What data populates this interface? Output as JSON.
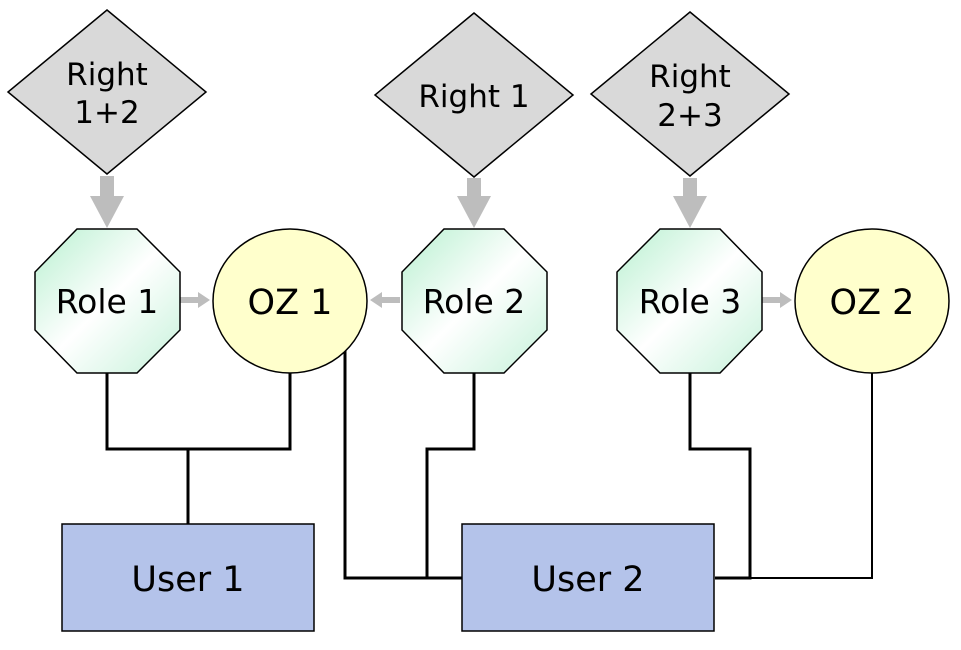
{
  "rights": [
    {
      "lines": [
        "Right",
        "1+2"
      ]
    },
    {
      "lines": [
        "Right 1"
      ]
    },
    {
      "lines": [
        "Right",
        "2+3"
      ]
    }
  ],
  "roles": [
    {
      "label": "Role 1"
    },
    {
      "label": "Role 2"
    },
    {
      "label": "Role 3"
    }
  ],
  "zones": [
    {
      "label": "OZ 1"
    },
    {
      "label": "OZ 2"
    }
  ],
  "users": [
    {
      "label": "User 1"
    },
    {
      "label": "User 2"
    }
  ],
  "colors": {
    "right_fill": "#d9d9d9",
    "role_gradient_start": "#b8f0d0",
    "role_gradient_end": "#ffffff",
    "zone_fill": "#ffffcc",
    "user_fill": "#b4c3ea",
    "arrow": "#bdbdbd",
    "line": "#000000"
  }
}
